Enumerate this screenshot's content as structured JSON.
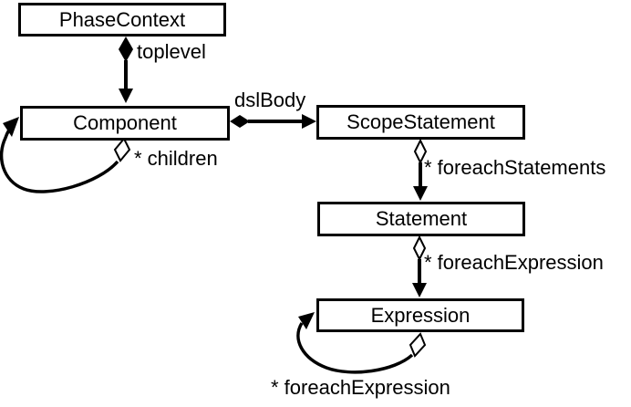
{
  "diagram": {
    "type": "uml-class-association-diagram",
    "nodes": {
      "phasecontext": {
        "label": "PhaseContext"
      },
      "component": {
        "label": "Component"
      },
      "scopestatement": {
        "label": "ScopeStatement"
      },
      "statement": {
        "label": "Statement"
      },
      "expression": {
        "label": "Expression"
      }
    },
    "edges": {
      "toplevel": {
        "label": "toplevel",
        "from": "PhaseContext",
        "to": "Component",
        "kind": "composition-filled-diamond-arrow"
      },
      "dslBody": {
        "label": "dslBody",
        "from": "Component",
        "to": "ScopeStatement",
        "kind": "composition-filled-diamond-arrow"
      },
      "children": {
        "label": "* children",
        "from": "Component",
        "to": "Component",
        "kind": "aggregation-open-diamond-self-loop"
      },
      "foreachStatements": {
        "label": "* foreachStatements",
        "from": "ScopeStatement",
        "to": "Statement",
        "kind": "aggregation-open-diamond-arrow"
      },
      "foreachExpression": {
        "label": "* foreachExpression",
        "from": "Statement",
        "to": "Expression",
        "kind": "aggregation-open-diamond-arrow"
      },
      "foreachExpressionSelf": {
        "label": "* foreachExpression",
        "from": "Expression",
        "to": "Expression",
        "kind": "aggregation-open-diamond-self-loop"
      }
    },
    "colors": {
      "line": "#000000",
      "box_border": "#000000",
      "box_fill": "#ffffff",
      "text": "#000000",
      "background": "#ffffff"
    }
  }
}
